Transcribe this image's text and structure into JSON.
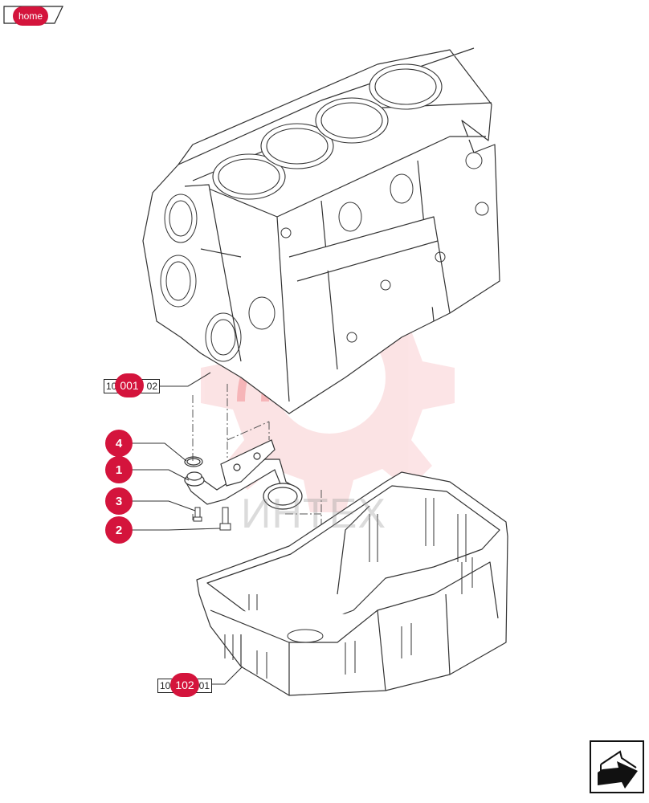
{
  "nav": {
    "home_label": "home"
  },
  "watermark": {
    "text": "ИНТЕХ",
    "color": "#e8303a"
  },
  "callouts": [
    {
      "label": "4"
    },
    {
      "label": "1"
    },
    {
      "label": "3"
    },
    {
      "label": "2"
    }
  ],
  "references": [
    {
      "prefix": "10",
      "badge": "001",
      "suffix": "02"
    },
    {
      "prefix": "10",
      "badge": "102",
      "suffix": "01"
    }
  ],
  "colors": {
    "callout": "#d4143c",
    "line": "#333333"
  },
  "icons": {
    "next": "next-page-arrow-icon"
  }
}
